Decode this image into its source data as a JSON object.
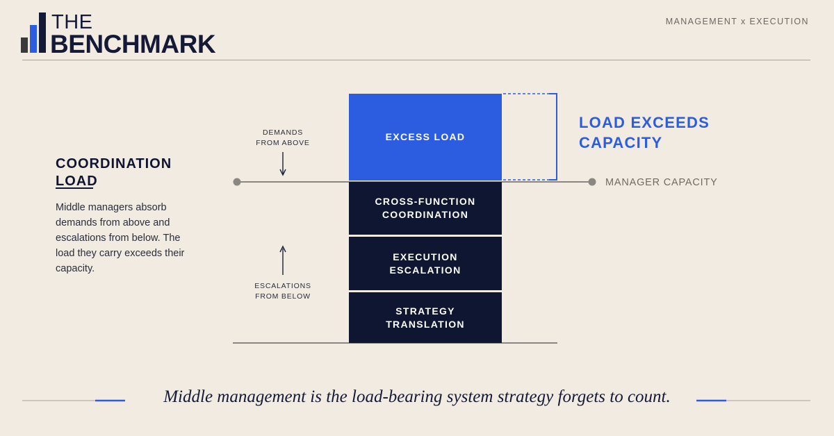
{
  "header": {
    "logo_the": "THE",
    "logo_benchmark": "BENCHMARK",
    "kicker": "MANAGEMENT x EXECUTION"
  },
  "section": {
    "title_line1": "COORDINATION",
    "title_line2": "LOAD",
    "body": "Middle managers absorb demands from above and escalations from below. The load they carry exceeds their capacity."
  },
  "diagram": {
    "blocks": [
      {
        "line1": "EXCESS LOAD",
        "line2": ""
      },
      {
        "line1": "CROSS-FUNCTION",
        "line2": "COORDINATION"
      },
      {
        "line1": "EXECUTION",
        "line2": "ESCALATION"
      },
      {
        "line1": "STRATEGY",
        "line2": "TRANSLATION"
      }
    ],
    "demands_label": {
      "line1": "DEMANDS",
      "line2": "FROM ABOVE"
    },
    "escalations_label": {
      "line1": "ESCALATIONS",
      "line2": "FROM BELOW"
    },
    "capacity_label": "MANAGER CAPACITY",
    "exceeds_label": {
      "line1": "LOAD EXCEEDS",
      "line2": "CAPACITY"
    }
  },
  "footer": {
    "quote": "Middle management is the load-bearing system strategy forgets to count."
  },
  "colors": {
    "background": "#f1ebe2",
    "navy": "#0f1632",
    "accent_blue": "#2c5ce0",
    "rule_gray": "#a8a39b"
  }
}
